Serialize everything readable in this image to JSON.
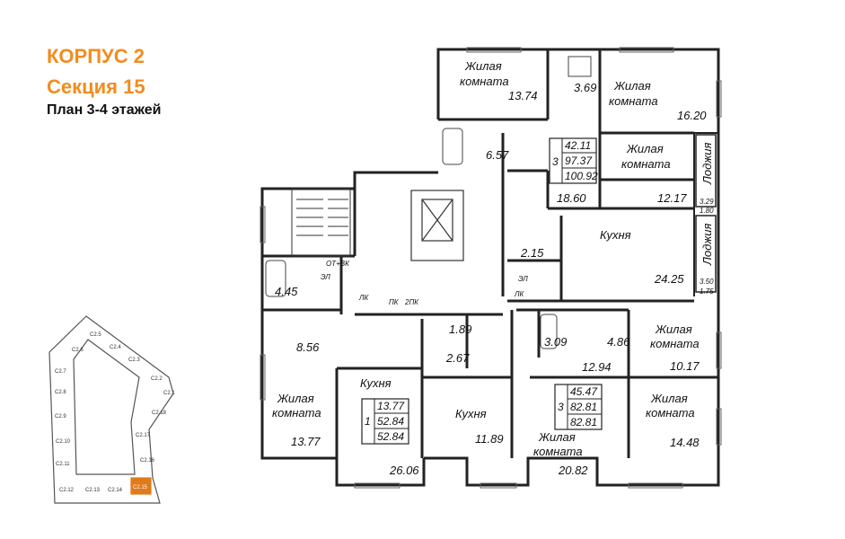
{
  "header": {
    "building": "КОРПУС 2",
    "section": "Секция 15",
    "plan": "План 3-4 этажей"
  },
  "colors": {
    "accent": "#f28c1f",
    "wall": "#222222",
    "highlight": "#e07a1b"
  },
  "room_names": {
    "living": [
      "Жилая",
      "комната"
    ],
    "kitchen": "Кухня",
    "loggia": "Лоджия"
  },
  "areas": {
    "a1": "13.74",
    "a2": "3.69",
    "a3": "16.20",
    "a4": "6.57",
    "a5": "18.60",
    "a6": "12.17",
    "a7": "2.15",
    "a8": "24.25",
    "a9": "4.45",
    "a10": "8.56",
    "a11": "1.89",
    "a12": "2.67",
    "a13": "3.09",
    "a14": "4.86",
    "a15": "12.94",
    "a16": "10.17",
    "a17": "13.77",
    "a18": "26.06",
    "a19": "11.89",
    "a20": "20.82",
    "a21": "14.48"
  },
  "loggias": {
    "upper_a": "3.29",
    "upper_b": "1.80",
    "lower_a": "3.50",
    "lower_b": "1.75"
  },
  "apartments": [
    {
      "rooms": "3",
      "living": "42.11",
      "total": "97.37",
      "total_with_loggia": "100.92"
    },
    {
      "rooms": "1",
      "living": "13.77",
      "total": "52.84",
      "total_with_loggia": "52.84"
    },
    {
      "rooms": "3",
      "living": "45.47",
      "total": "82.81",
      "total_with_loggia": "82.81"
    }
  ],
  "marks": {
    "ot_vk": "ОТ+ВК",
    "el": "ЭЛ",
    "lk": "ЛК",
    "pk": "ПК",
    "pk2": "2ПК"
  },
  "keyplan": {
    "labels": [
      "С2.1",
      "С2.2",
      "С2.3",
      "С2.4",
      "С2.5",
      "С2.6",
      "С2.7",
      "С2.8",
      "С2.9",
      "С2.10",
      "С2.11",
      "С2.12",
      "С2.13",
      "С2.14",
      "С2.15",
      "С2.16",
      "С2.17",
      "С2.18"
    ],
    "active": "С2.15"
  }
}
